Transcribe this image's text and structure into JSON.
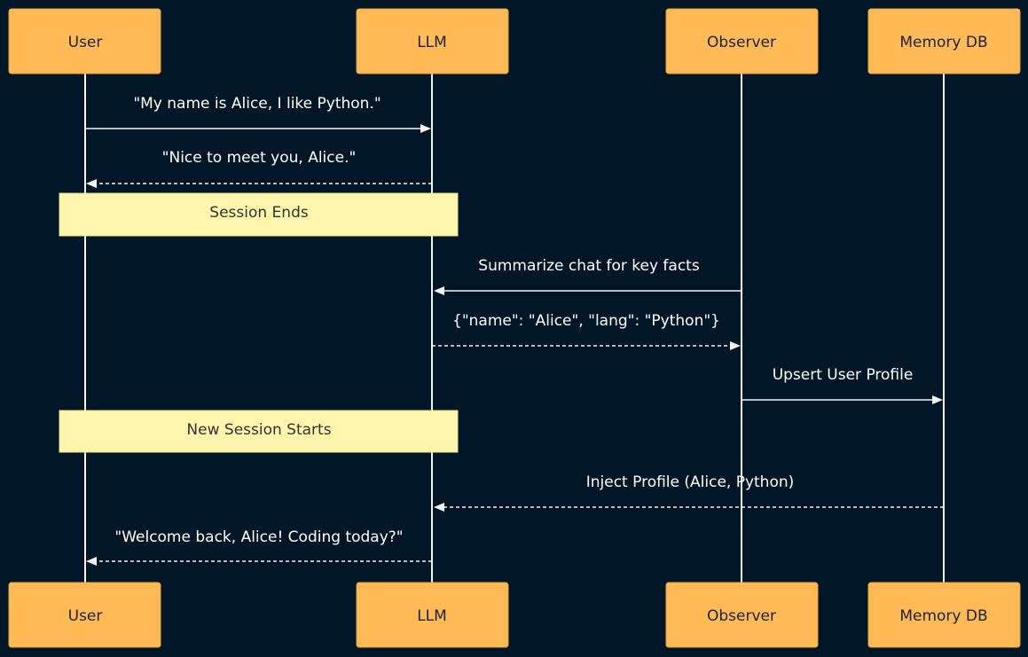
{
  "participants": [
    {
      "id": "user",
      "label": "User"
    },
    {
      "id": "llm",
      "label": "LLM"
    },
    {
      "id": "observer",
      "label": "Observer"
    },
    {
      "id": "memory",
      "label": "Memory DB"
    }
  ],
  "messages": [
    {
      "from": "user",
      "to": "llm",
      "style": "solid",
      "text": "\"My name is Alice, I like Python.\""
    },
    {
      "from": "llm",
      "to": "user",
      "style": "dashed",
      "text": "\"Nice to meet you, Alice.\""
    },
    {
      "from": "observer",
      "to": "llm",
      "style": "solid",
      "text": "Summarize chat for key facts"
    },
    {
      "from": "llm",
      "to": "observer",
      "style": "dashed",
      "text": "{\"name\": \"Alice\", \"lang\": \"Python\"}"
    },
    {
      "from": "observer",
      "to": "memory",
      "style": "solid",
      "text": "Upsert User Profile"
    },
    {
      "from": "memory",
      "to": "llm",
      "style": "dashed",
      "text": "Inject Profile (Alice, Python)"
    },
    {
      "from": "llm",
      "to": "user",
      "style": "dashed",
      "text": "\"Welcome back, Alice! Coding today?\""
    }
  ],
  "notes": [
    {
      "over": [
        "user",
        "llm"
      ],
      "text": "Session Ends"
    },
    {
      "over": [
        "user",
        "llm"
      ],
      "text": "New Session Starts"
    }
  ],
  "colors": {
    "background": "#011627",
    "actor_fill": "#FFB955",
    "note_fill": "#FFF5AD",
    "line": "#F4F4F4",
    "message_text": "#FFFFFF"
  }
}
